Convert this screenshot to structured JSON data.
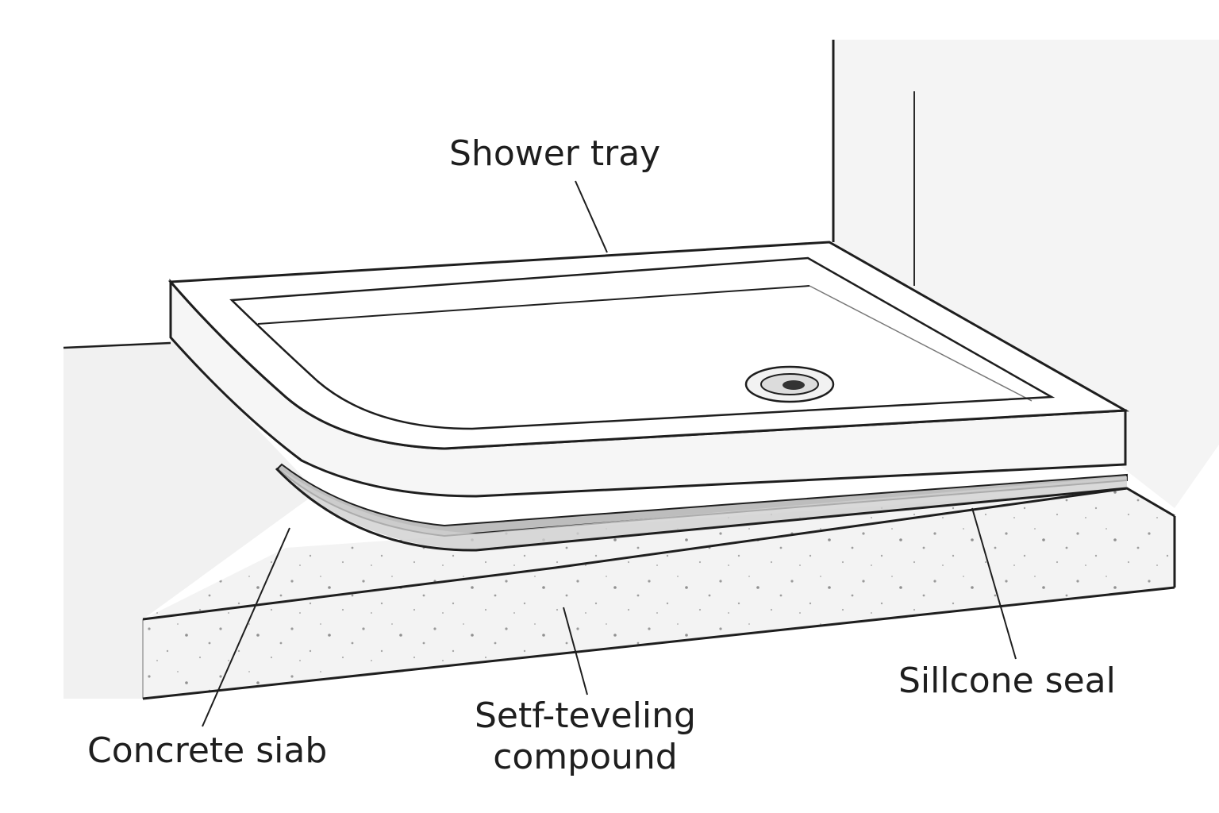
{
  "labels": {
    "shower_tray": "Shower tray",
    "silicone_seal": "Sillcone seal",
    "concrete_slab": "Concrete siab",
    "compound_line1": "Setf-teveling",
    "compound_line2": "compound"
  },
  "colors": {
    "ink": "#1e1e1e",
    "tray_face": "#f7f7f7",
    "slab_face": "#f3f3f3",
    "floor": "#f0f0f0",
    "seal": "#b9b9b9",
    "wall_shade": "#f2f2f2"
  }
}
